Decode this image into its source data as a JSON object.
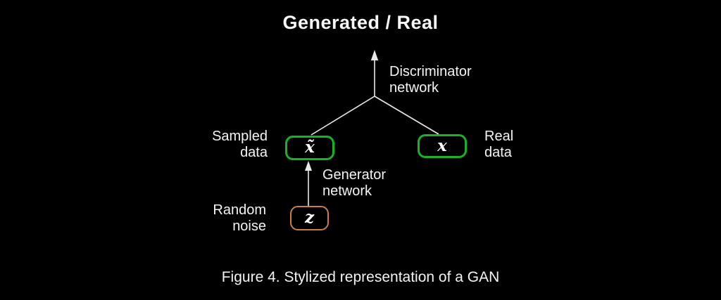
{
  "title": "Generated / Real",
  "caption": "Figure 4. Stylized representation of a GAN",
  "colors": {
    "background": "#000000",
    "text": "#f4f4f4",
    "connector_line": "#e9e9e9",
    "generated_box_border": "#17b325",
    "noise_box_border": "#c9803a"
  },
  "nodes": {
    "sampled": {
      "symbol": "x̃",
      "label_line1": "Sampled",
      "label_line2": "data"
    },
    "real": {
      "symbol": "x",
      "label_line1": "Real",
      "label_line2": "data"
    },
    "noise": {
      "symbol": "z",
      "label_line1": "Random",
      "label_line2": "noise"
    }
  },
  "edge_labels": {
    "discriminator_line1": "Discriminator",
    "discriminator_line2": "network",
    "generator_line1": "Generator",
    "generator_line2": "network"
  }
}
